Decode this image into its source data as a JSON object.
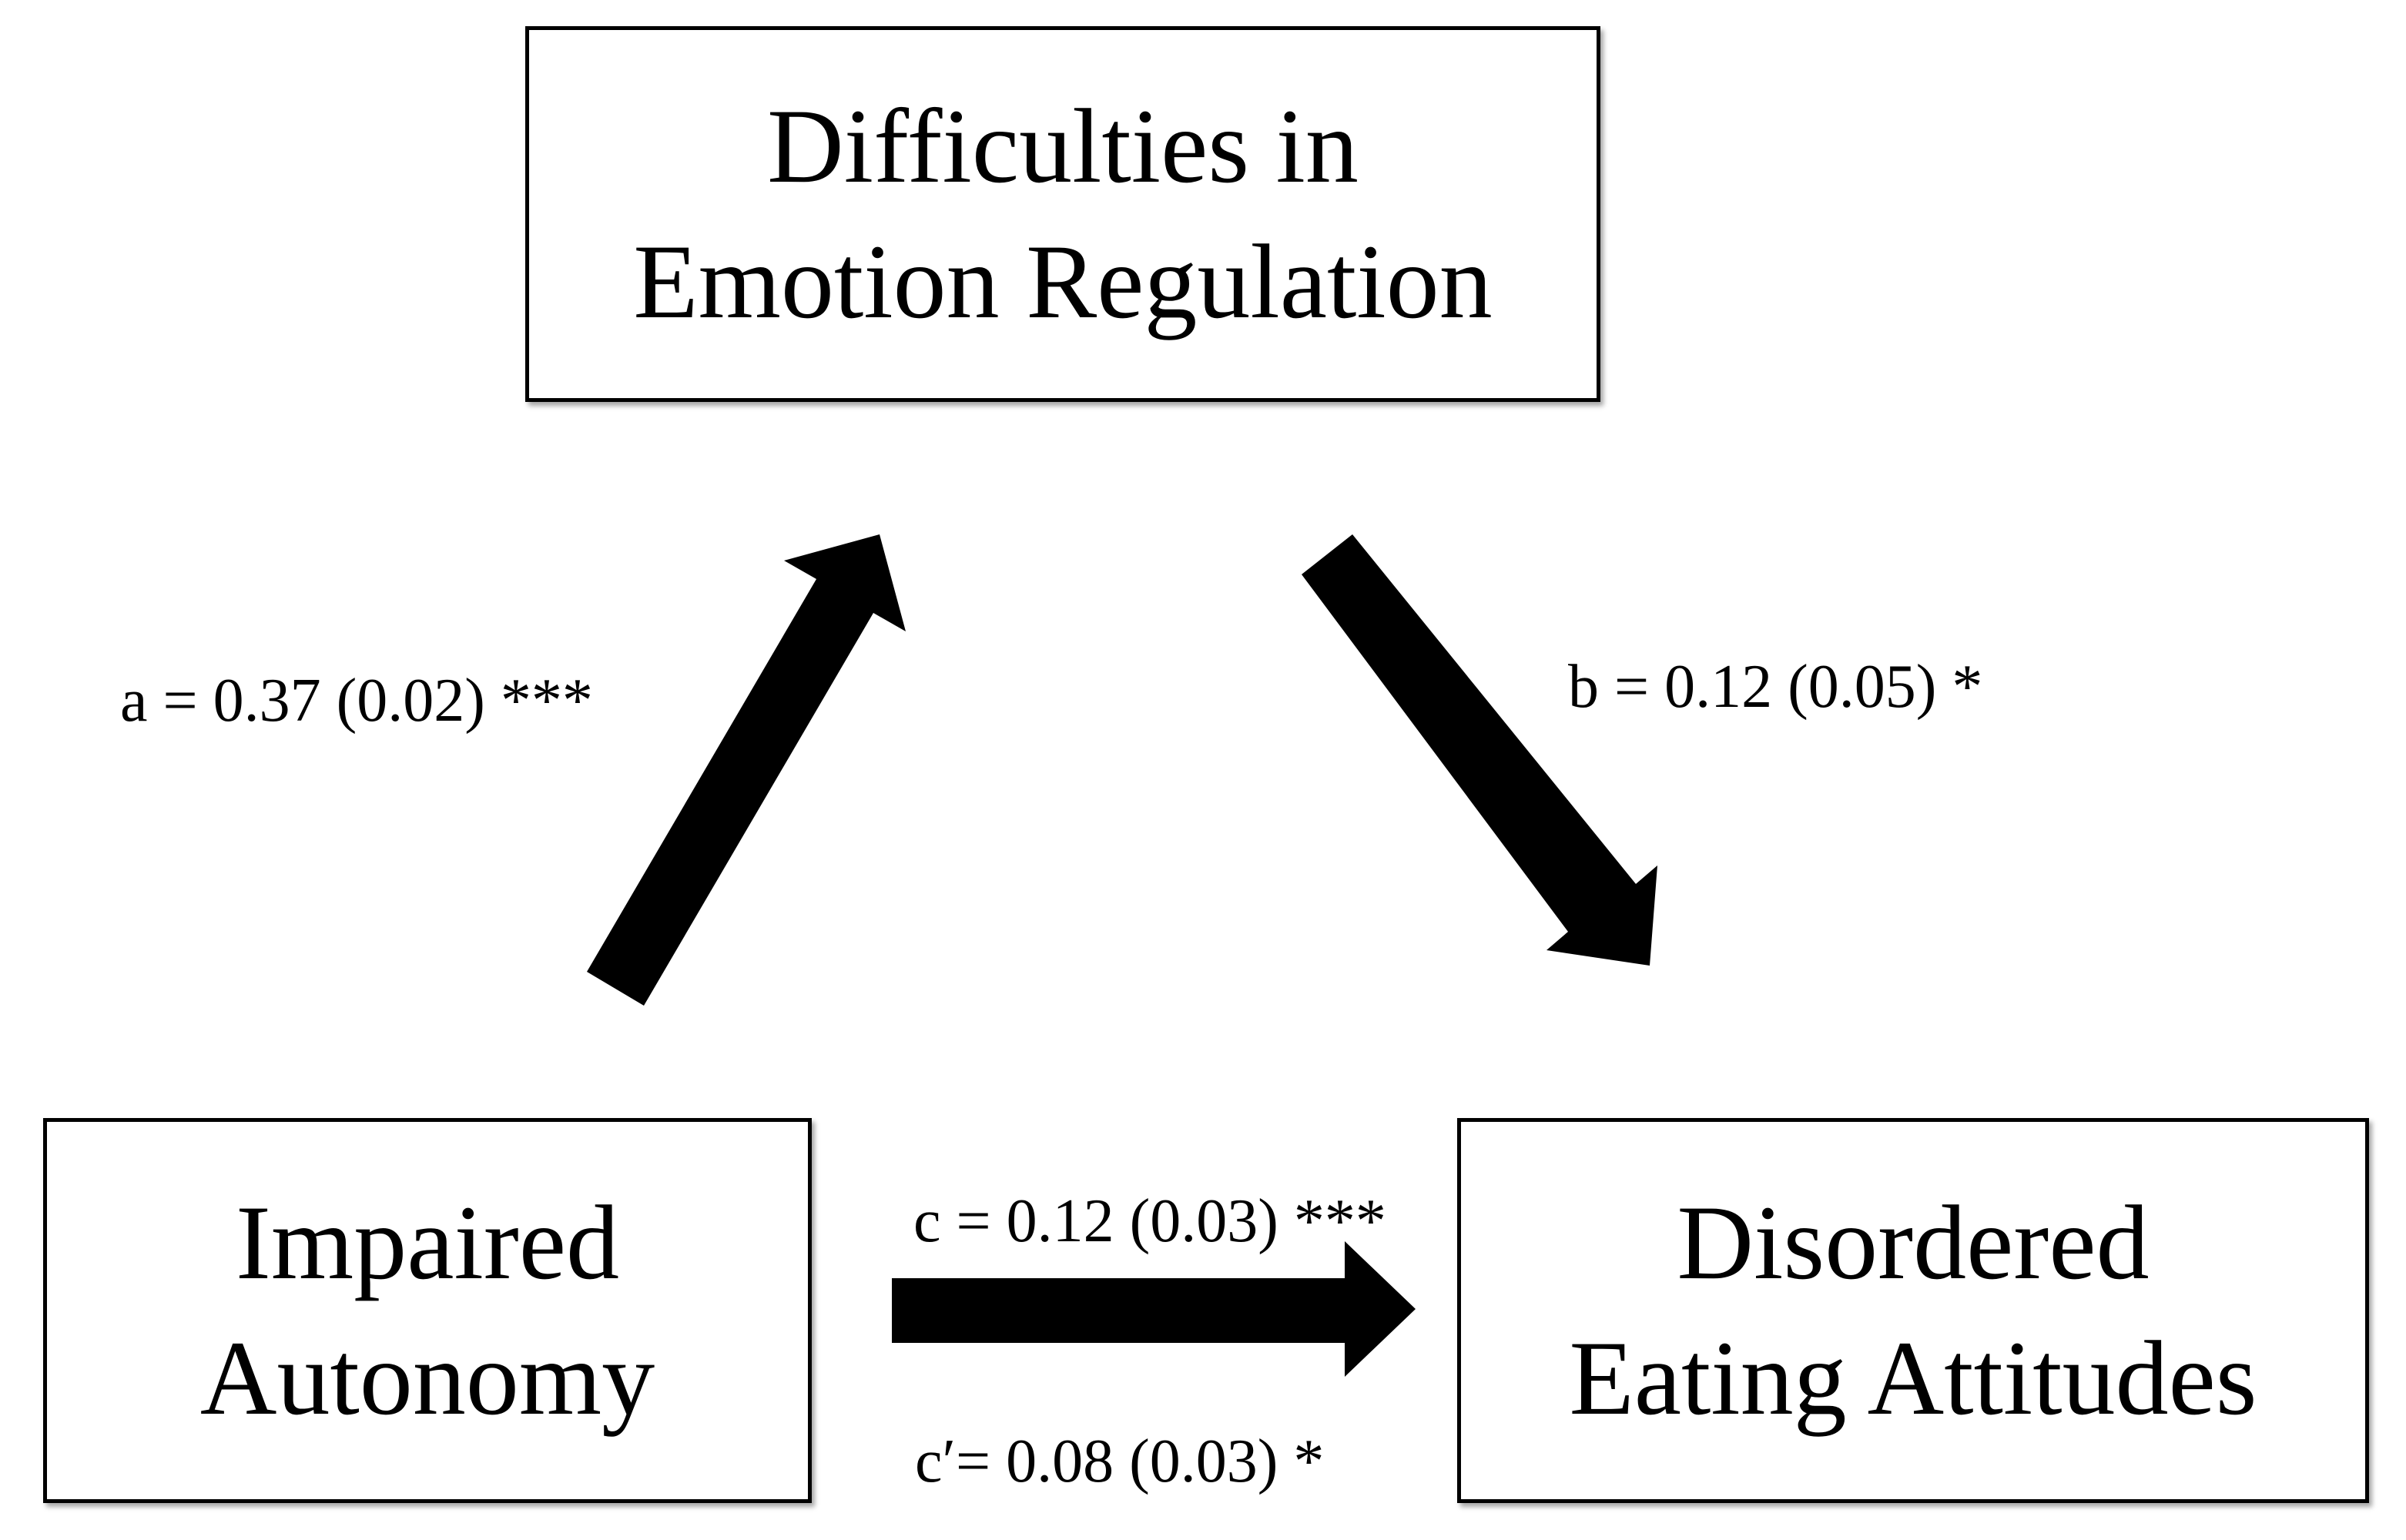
{
  "boxes": {
    "mediator": {
      "line1": "Difficulties in",
      "line2": "Emotion Regulation"
    },
    "predictor": {
      "line1": "Impaired",
      "line2": "Autonomy"
    },
    "outcome": {
      "line1": "Disordered",
      "line2": "Eating Attitudes"
    }
  },
  "paths": {
    "a": "a = 0.37 (0.02) ***",
    "b": "b = 0.12 (0.05) *",
    "c": "c = 0.12 (0.03) ***",
    "c_prime": "c′= 0.08 (0.03) *"
  },
  "colors": {
    "stroke": "#000000",
    "background": "#ffffff"
  }
}
